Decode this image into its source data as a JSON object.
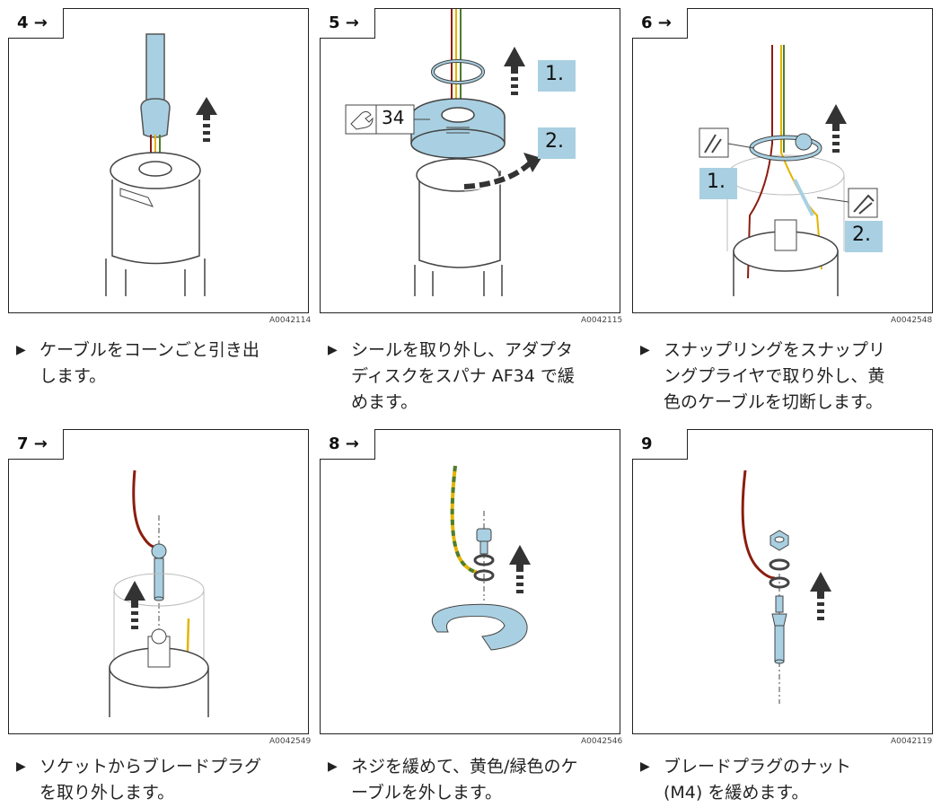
{
  "steps": [
    {
      "label": "4 →",
      "code": "A0042114",
      "lines": [
        "ケーブルをコーンごと引き出",
        "します。"
      ]
    },
    {
      "label": "5 →",
      "code": "A0042115",
      "lines": [
        "シールを取り外し、アダプタ",
        "ディスクをスパナ AF34 で緩",
        "めます。"
      ],
      "badge1": "1.",
      "badge2": "2.",
      "wrench": "34"
    },
    {
      "label": "6 →",
      "code": "A0042548",
      "lines": [
        "スナップリングをスナップリ",
        "ングプライヤで取り外し、黄",
        "色のケーブルを切断します。"
      ],
      "badge1": "1.",
      "badge2": "2."
    },
    {
      "label": "7 →",
      "code": "A0042549",
      "lines": [
        "ソケットからブレードプラグ",
        "を取り外します。"
      ]
    },
    {
      "label": "8 →",
      "code": "A0042546",
      "lines": [
        "ネジを緩めて、黄色/緑色のケ",
        "ーブルを外します。"
      ]
    },
    {
      "label": "9",
      "code": "A0042119",
      "lines": [
        "ブレードプラグのナット",
        "(M4) を緩めます。"
      ]
    }
  ],
  "bullet": "▶",
  "colors": {
    "blue": "#a9d0e2",
    "red": "#8b1d10",
    "yellow": "#e3b400",
    "green": "#4e7d2e",
    "gray": "#555"
  }
}
